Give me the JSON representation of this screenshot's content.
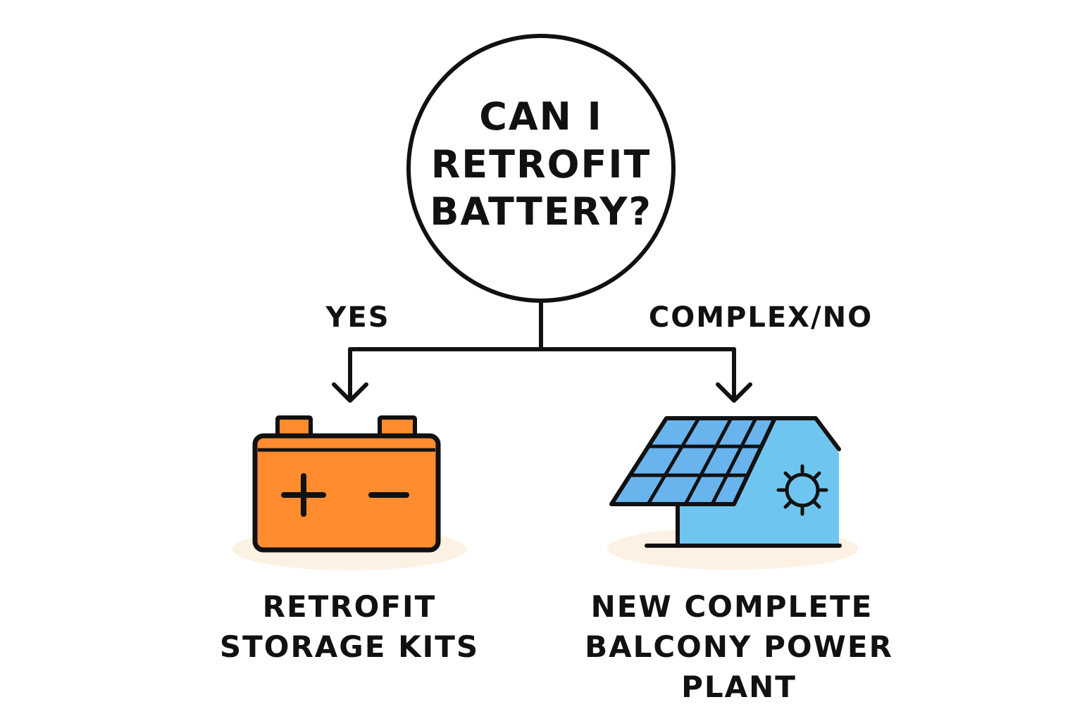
{
  "question": {
    "lines": [
      "CAN I",
      "RETROFIT",
      "BATTERY?"
    ]
  },
  "branches": {
    "yes_label": "YES",
    "no_label": "COMPLEX/NO"
  },
  "outcomes": {
    "left": {
      "icon": "battery-icon",
      "lines": [
        "RETROFIT",
        "STORAGE KITS"
      ]
    },
    "right": {
      "icon": "solar-house-icon",
      "lines": [
        "NEW COMPLETE",
        "BALCONY POWER",
        "PLANT"
      ]
    }
  },
  "colors": {
    "stroke": "#111111",
    "battery_fill": "#FF8C2E",
    "house_fill": "#6EC6F0",
    "panel_fill": "#6AB4EE",
    "shadow": "#FDF1E4"
  }
}
